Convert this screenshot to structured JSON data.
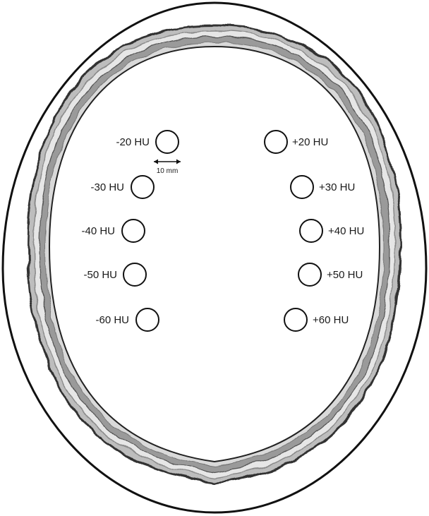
{
  "scale_bar": {
    "label": "10 mm"
  },
  "inserts": [
    {
      "label": "-20 HU",
      "side": "left"
    },
    {
      "label": "-30 HU",
      "side": "left"
    },
    {
      "label": "-40 HU",
      "side": "left"
    },
    {
      "label": "-50 HU",
      "side": "left"
    },
    {
      "label": "-60 HU",
      "side": "left"
    },
    {
      "label": "+20 HU",
      "side": "right"
    },
    {
      "label": "+30 HU",
      "side": "right"
    },
    {
      "label": "+40 HU",
      "side": "right"
    },
    {
      "label": "+50 HU",
      "side": "right"
    },
    {
      "label": "+60 HU",
      "side": "right"
    }
  ],
  "colors": {
    "outline": "#111111",
    "bone_light": "#e8e8e8",
    "bone_dark": "#555555"
  }
}
